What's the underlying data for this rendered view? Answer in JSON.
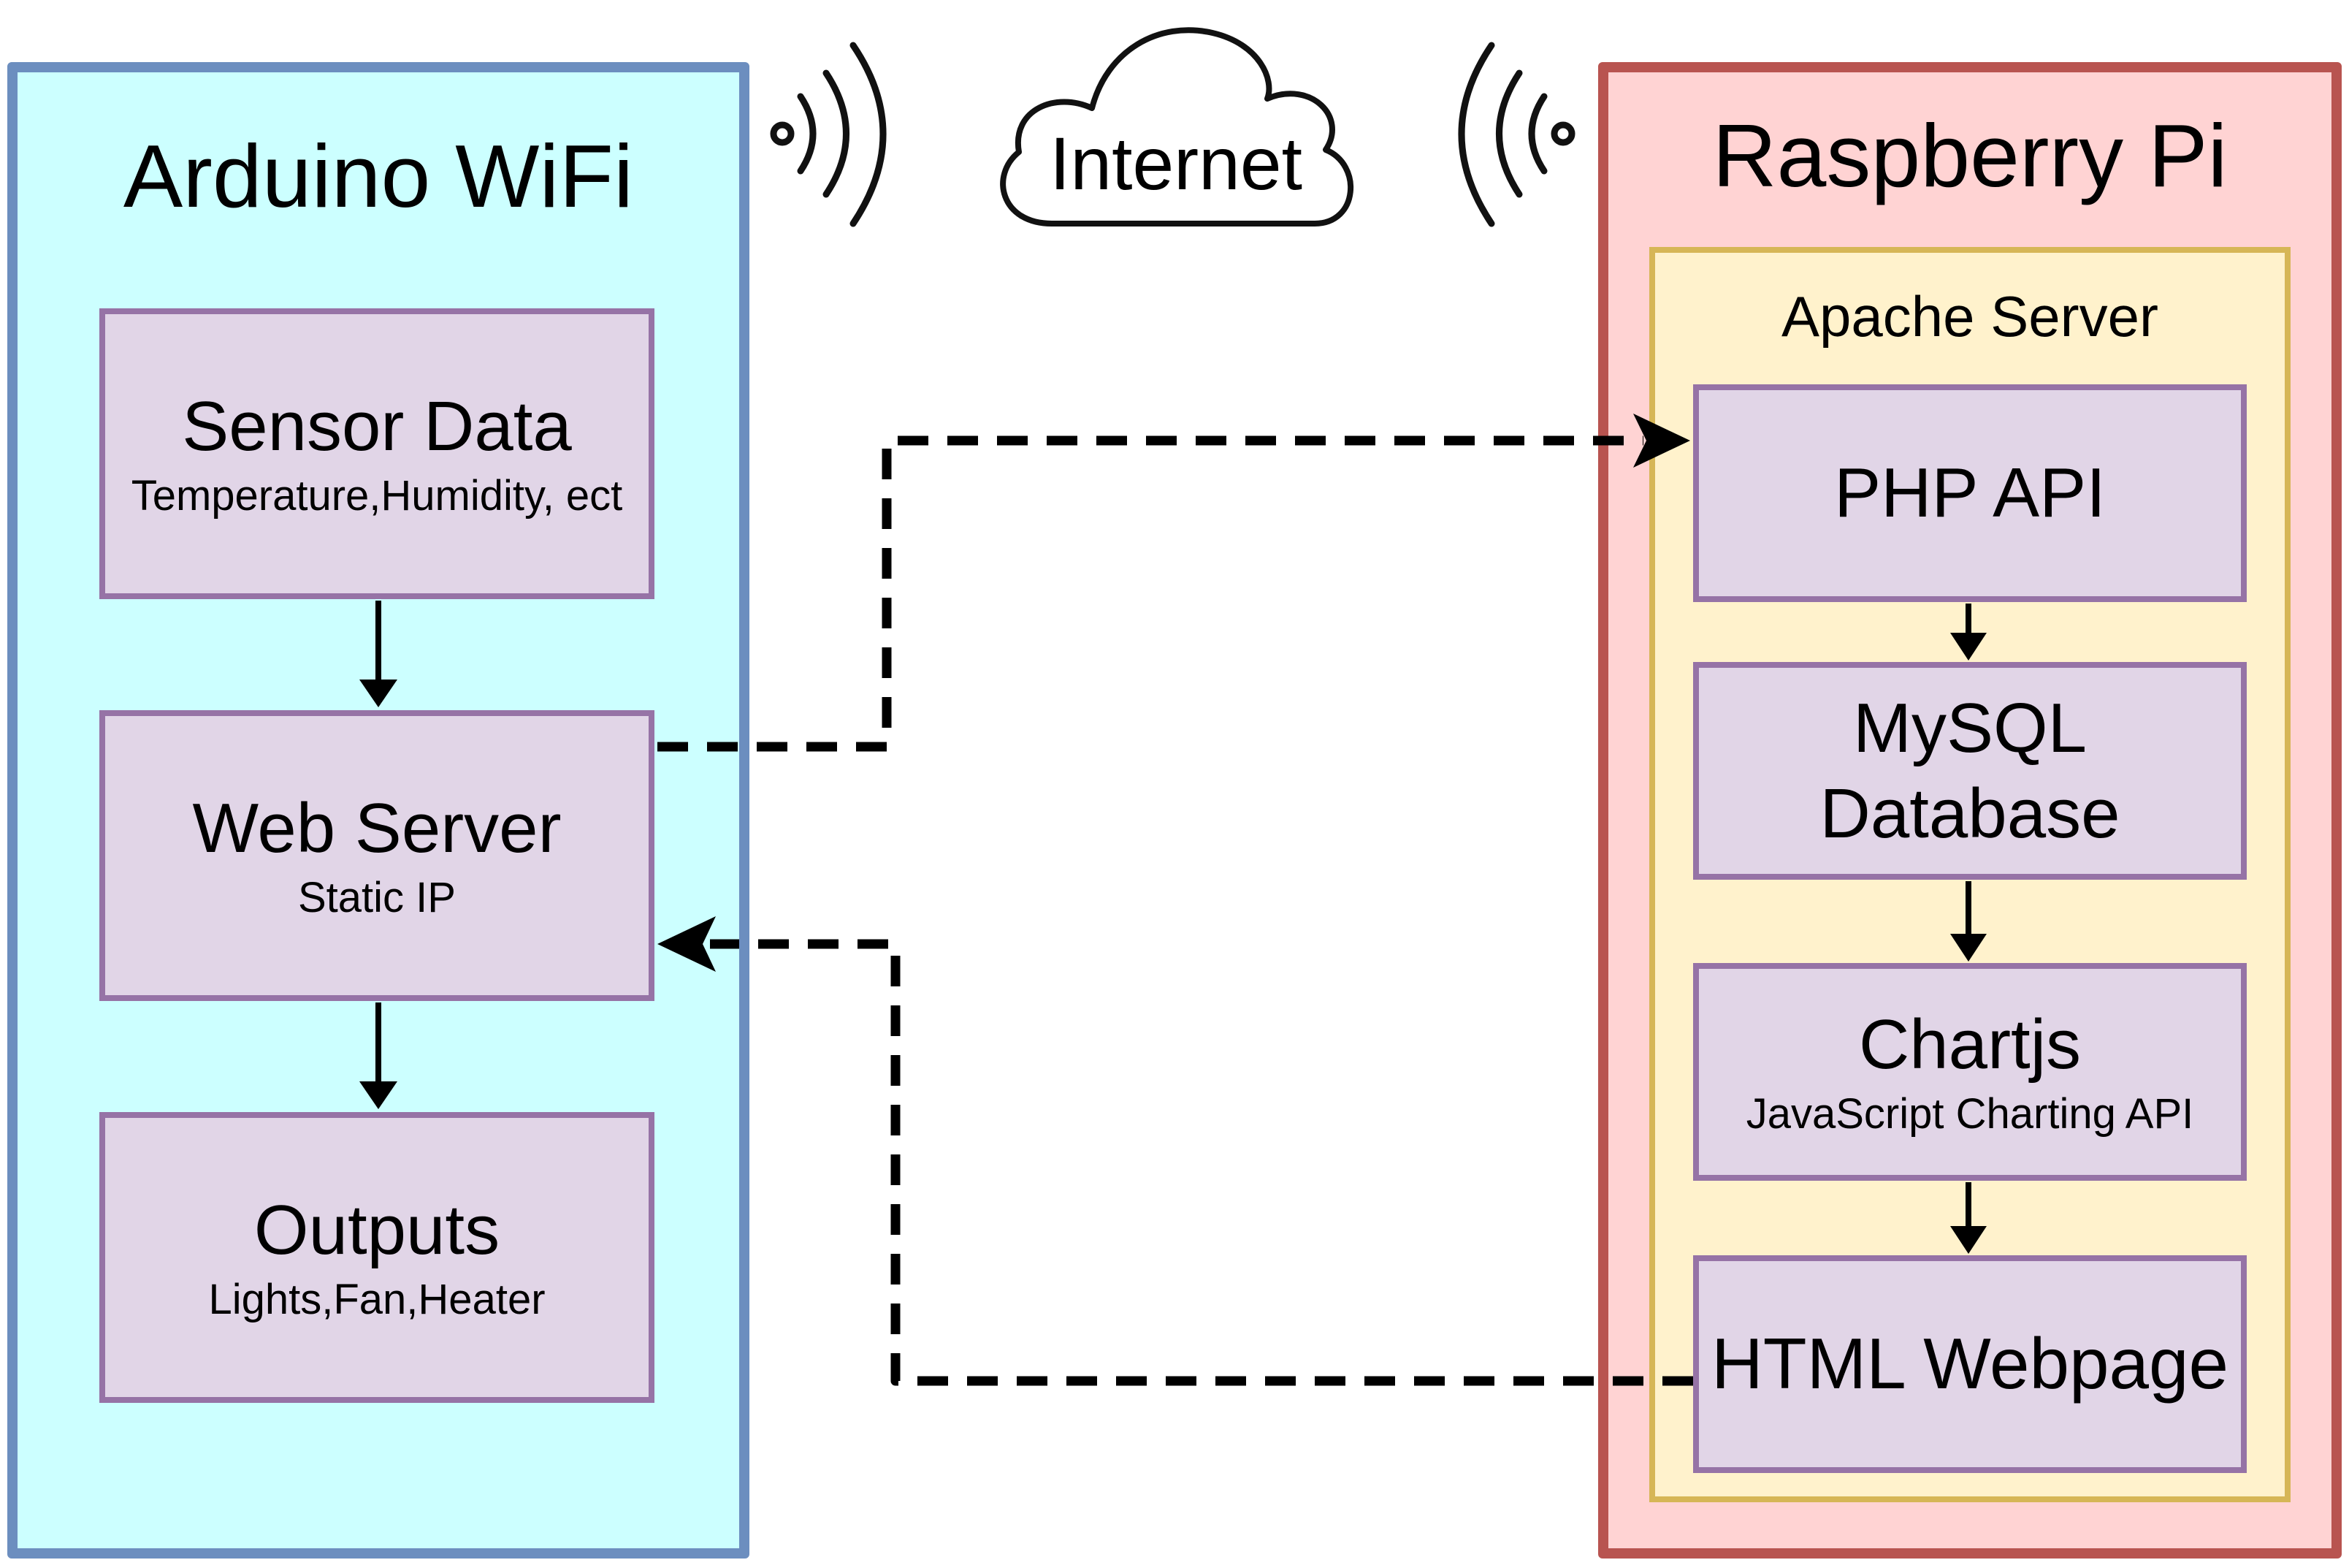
{
  "arduino": {
    "title": "Arduino WiFi",
    "sensor": {
      "title": "Sensor Data",
      "subtitle": "Temperature,Humidity, ect"
    },
    "webserver": {
      "title": "Web Server",
      "subtitle": "Static IP"
    },
    "outputs": {
      "title": "Outputs",
      "subtitle": "Lights,Fan,Heater"
    }
  },
  "internet": {
    "label": "Internet"
  },
  "pi": {
    "title": "Raspberry Pi",
    "apache": {
      "title": "Apache Server",
      "php": {
        "title": "PHP API"
      },
      "mysql": {
        "line1": "MySQL",
        "line2": "Database"
      },
      "chartjs": {
        "title": "Chartjs",
        "subtitle": "JavaScript Charting API"
      },
      "html": {
        "title": "HTML Webpage"
      }
    }
  },
  "colors": {
    "arduino_fill": "#ccffff",
    "arduino_border": "#6c8ebf",
    "pi_fill": "#ffd3d3",
    "pi_border": "#b85450",
    "apache_fill": "#fff2cc",
    "apache_border": "#d6b656",
    "box_fill": "#e1d5e7",
    "box_border": "#9673a6"
  },
  "icons": [
    "wifi-left-icon",
    "cloud-icon",
    "wifi-right-icon"
  ]
}
